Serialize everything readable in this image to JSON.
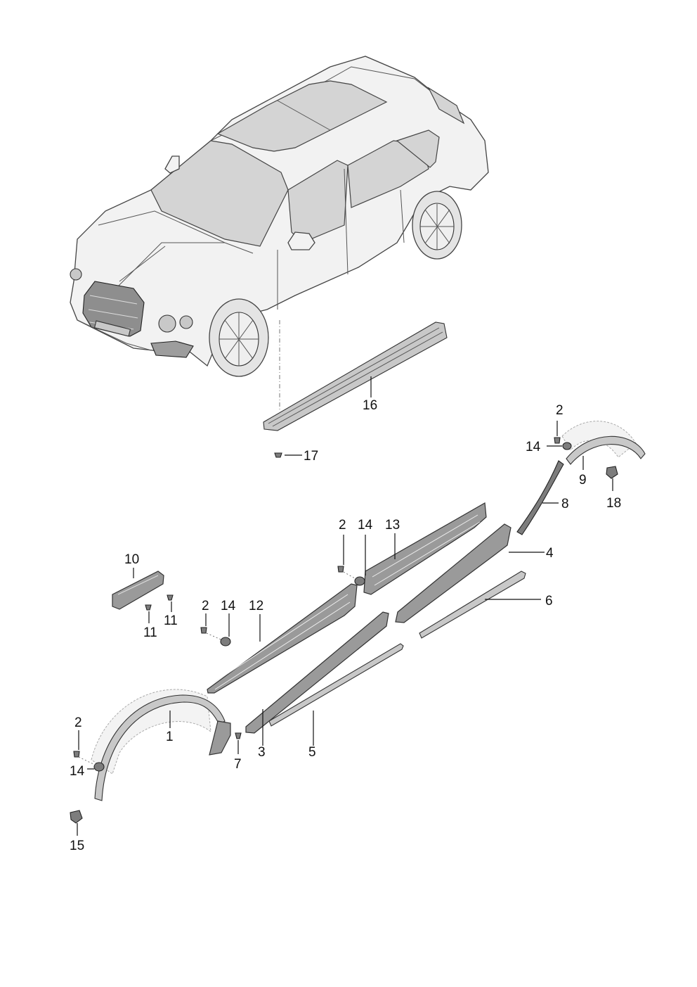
{
  "callouts": [
    {
      "id": "c16",
      "text": "16"
    },
    {
      "id": "c17",
      "text": "17"
    },
    {
      "id": "c2a",
      "text": "2"
    },
    {
      "id": "c14a",
      "text": "14"
    },
    {
      "id": "c9",
      "text": "9"
    },
    {
      "id": "c18",
      "text": "18"
    },
    {
      "id": "c8",
      "text": "8"
    },
    {
      "id": "c2b",
      "text": "2"
    },
    {
      "id": "c14b",
      "text": "14"
    },
    {
      "id": "c13",
      "text": "13"
    },
    {
      "id": "c4",
      "text": "4"
    },
    {
      "id": "c10",
      "text": "10"
    },
    {
      "id": "c11a",
      "text": "11"
    },
    {
      "id": "c11b",
      "text": "11"
    },
    {
      "id": "c2c",
      "text": "2"
    },
    {
      "id": "c14c",
      "text": "14"
    },
    {
      "id": "c12",
      "text": "12"
    },
    {
      "id": "c6",
      "text": "6"
    },
    {
      "id": "c2d",
      "text": "2"
    },
    {
      "id": "c1",
      "text": "1"
    },
    {
      "id": "c14d",
      "text": "14"
    },
    {
      "id": "c7",
      "text": "7"
    },
    {
      "id": "c3",
      "text": "3"
    },
    {
      "id": "c5",
      "text": "5"
    },
    {
      "id": "c15",
      "text": "15"
    }
  ]
}
